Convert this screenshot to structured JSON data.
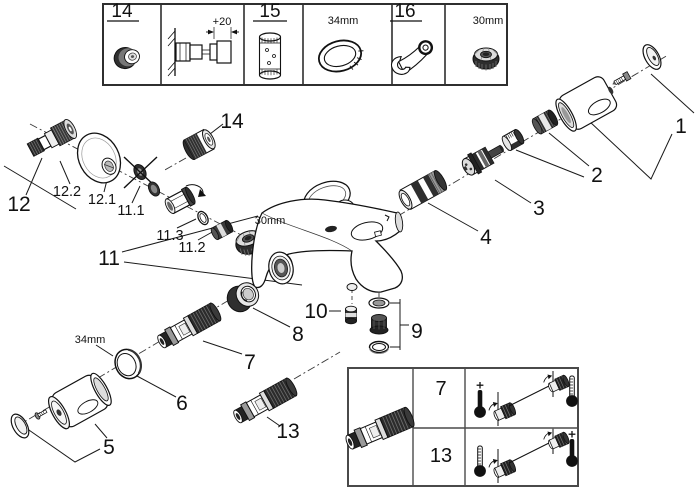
{
  "top_legend": {
    "cells": [
      {
        "label": "14",
        "icon": "cap-nut-icon"
      },
      {
        "label": "+20",
        "icon": "wall-extension-icon"
      },
      {
        "label": "15",
        "icon": "extension-sleeve-icon"
      },
      {
        "label": "34mm",
        "icon": "ring-34mm-icon"
      },
      {
        "label": "16",
        "icon": "wrench-icon"
      },
      {
        "label": "30mm",
        "icon": "nut-30mm-icon"
      }
    ]
  },
  "parts": {
    "p1": "1",
    "p2": "2",
    "p3": "3",
    "p4": "4",
    "p5": "5",
    "p6": "6",
    "p7": "7",
    "p8": "8",
    "p9": "9",
    "p10": "10",
    "p11": "11",
    "p12": "12",
    "p13": "13",
    "p14": "14",
    "p11_1": "11.1",
    "p11_2": "11.2",
    "p11_3": "11.3",
    "p12_1": "12.1",
    "p12_2": "12.2",
    "nut_size": "30mm",
    "ring_size": "34mm"
  },
  "bottom_legend": {
    "rows": [
      {
        "label": "7",
        "left_thermometer": "hot",
        "right_thermometer": "cold"
      },
      {
        "label": "13",
        "left_thermometer": "cold",
        "right_thermometer": "hot"
      }
    ]
  },
  "colors": {
    "line": "#1a1a1a",
    "dark": "#2b2b2b",
    "mid": "#888888",
    "light": "#e8e8e8",
    "background": "#ffffff"
  }
}
